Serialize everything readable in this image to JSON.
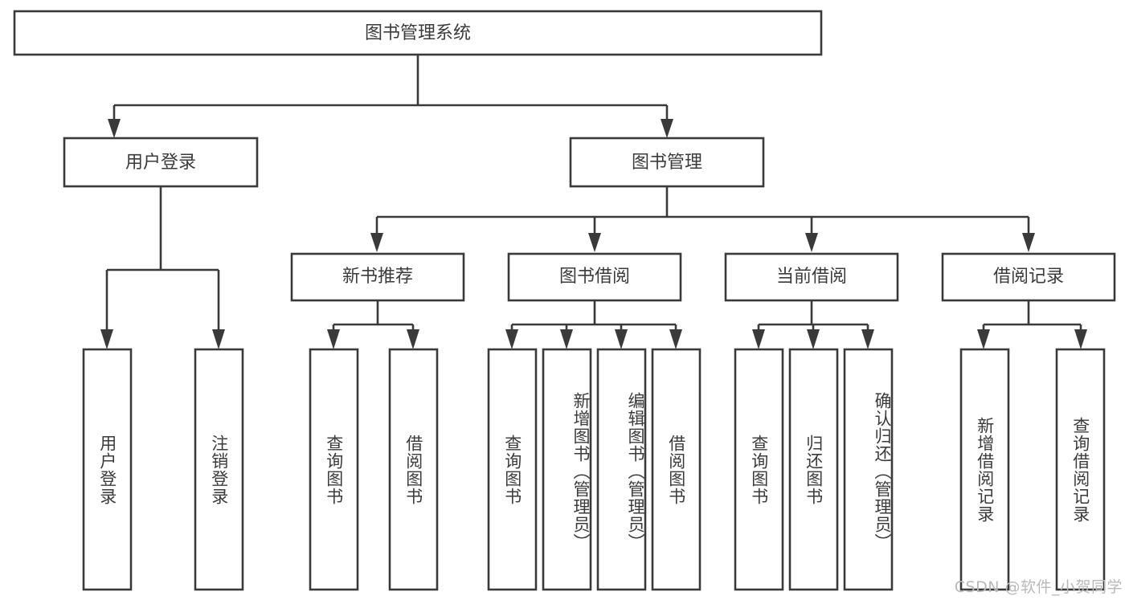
{
  "diagram": {
    "type": "tree",
    "title": "图书管理系统",
    "orientation": "top-down",
    "watermark": "CSDN @软件_小贺同学",
    "colors": {
      "box_stroke": "#3a3a3a",
      "box_fill": "#ffffff",
      "text": "#3b3b3b",
      "connector": "#3a3a3a",
      "background": "#ffffff",
      "watermark": "#b9b9b9"
    },
    "root": {
      "label": "图书管理系统"
    },
    "level2": [
      {
        "label": "用户登录"
      },
      {
        "label": "图书管理"
      }
    ],
    "level3": [
      {
        "label": "新书推荐"
      },
      {
        "label": "图书借阅"
      },
      {
        "label": "当前借阅"
      },
      {
        "label": "借阅记录"
      }
    ],
    "leaves": {
      "user_login": [
        {
          "label": "用户登录"
        },
        {
          "label": "注销登录"
        }
      ],
      "new_book_recommend": [
        {
          "label": "查询图书"
        },
        {
          "label": "借阅图书"
        }
      ],
      "book_borrow": [
        {
          "label": "查询图书"
        },
        {
          "label": "新增图书（管理员）"
        },
        {
          "label": "编辑图书（管理员）"
        },
        {
          "label": "借阅图书"
        }
      ],
      "current_borrow": [
        {
          "label": "查询图书"
        },
        {
          "label": "归还图书"
        },
        {
          "label": "确认归还（管理员）"
        }
      ],
      "borrow_record": [
        {
          "label": "新增借阅记录"
        },
        {
          "label": "查询借阅记录"
        }
      ]
    }
  }
}
